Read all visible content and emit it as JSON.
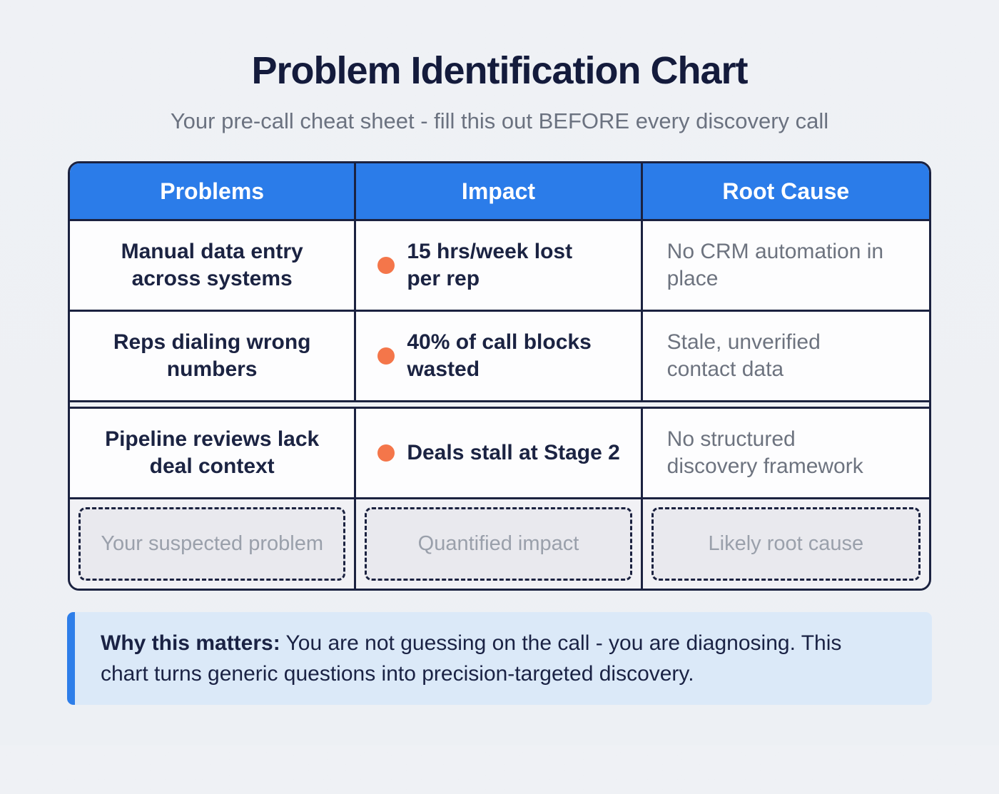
{
  "header": {
    "title": "Problem Identification Chart",
    "subtitle": "Your pre-call cheat sheet - fill this out BEFORE every discovery call"
  },
  "table": {
    "columns": [
      "Problems",
      "Impact",
      "Root Cause"
    ],
    "rows": [
      {
        "problem": [
          "Manual data entry",
          "across systems"
        ],
        "impact": [
          "15 hrs/week lost",
          "per rep"
        ],
        "root_cause": [
          "No CRM automation in",
          "place"
        ]
      },
      {
        "problem": [
          "Reps dialing wrong",
          "numbers"
        ],
        "impact": [
          "40% of call blocks",
          "wasted"
        ],
        "root_cause": [
          "Stale, unverified",
          "contact data"
        ]
      },
      {
        "problem": [
          "Pipeline reviews lack",
          "deal context"
        ],
        "impact": [
          "Deals stall at Stage 2"
        ],
        "root_cause": [
          "No structured",
          "discovery framework"
        ]
      }
    ],
    "placeholders": [
      "Your suspected problem",
      "Quantified impact",
      "Likely root cause"
    ]
  },
  "callout": {
    "lead": "Why this matters:",
    "text": "You are not guessing on the call - you are diagnosing. This chart turns generic questions into precision-targeted discovery."
  },
  "colors": {
    "header_blue": "#2b7ce9",
    "accent_orange": "#f4764a",
    "border_navy": "#1b2240",
    "title_navy": "#141b3c",
    "muted_gray": "#6d737f",
    "placeholder_gray": "#9aa0ab",
    "callout_bg": "#dbe9f8",
    "callout_bar_blue": "#2e7ee9",
    "page_bg": "#eef1f5"
  }
}
